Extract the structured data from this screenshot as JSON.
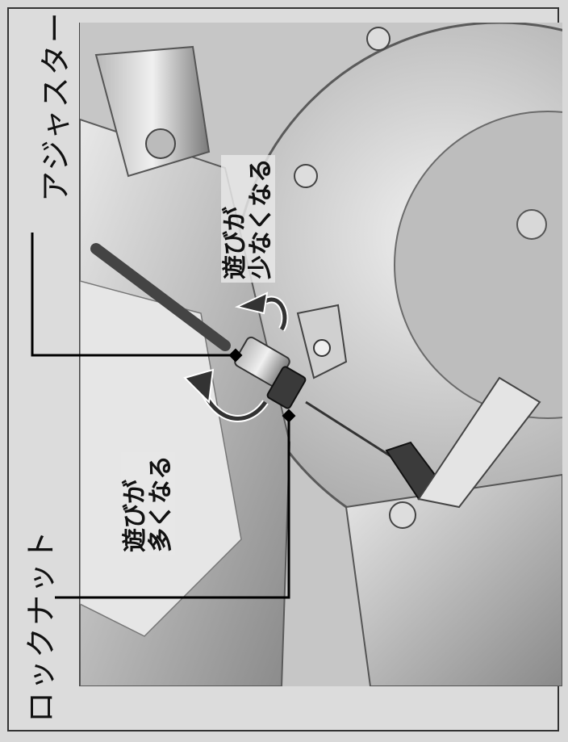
{
  "labels": {
    "adjuster": "アジャスター",
    "locknut": "ロックナット"
  },
  "notes": {
    "less_play_line1": "遊びが",
    "less_play_line2": "少なくなる",
    "more_play_line1": "遊びが",
    "more_play_line2": "多くなる"
  },
  "colors": {
    "background": "#d9d9d9",
    "metal_light": "#cfcfcf",
    "metal_dark": "#6a6a6a",
    "line": "#000000"
  }
}
